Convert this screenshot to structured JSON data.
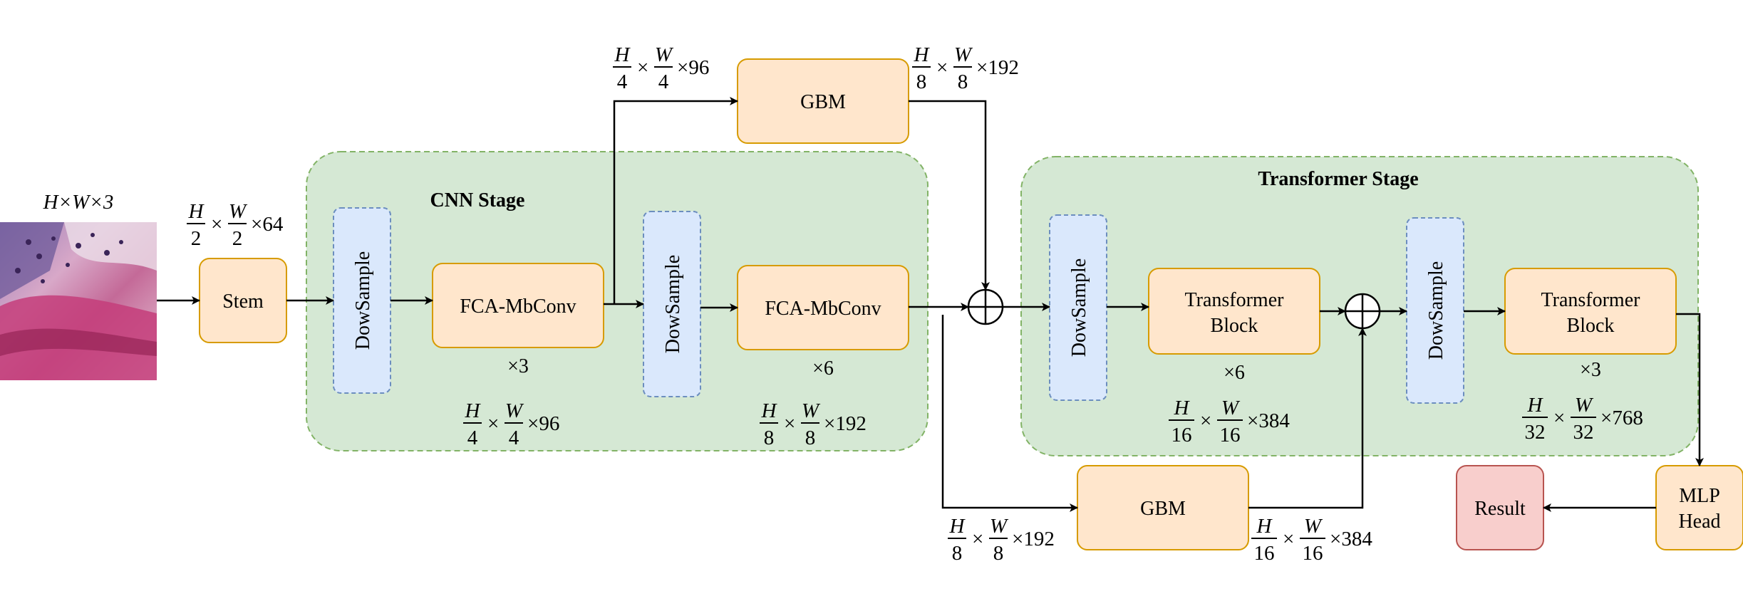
{
  "input_label": "H×W×3",
  "stages": {
    "cnn_title": "CNN Stage",
    "transformer_title": "Transformer Stage"
  },
  "blocks": {
    "stem": "Stem",
    "downsample": "DowSample",
    "fca_mbconv": "FCA-MbConv",
    "gbm": "GBM",
    "transformer_line1": "Transformer",
    "transformer_line2": "Block",
    "mlp_line1": "MLP",
    "mlp_line2": "Head",
    "result": "Result"
  },
  "repeats": {
    "fca1": "×3",
    "fca2": "×6",
    "transformer1": "×6",
    "transformer2": "×3"
  },
  "dims": {
    "stem_out": {
      "h": "H",
      "hd": "2",
      "w": "W",
      "wd": "2",
      "c": "×64"
    },
    "cnn1": {
      "h": "H",
      "hd": "4",
      "w": "W",
      "wd": "4",
      "c": "×96"
    },
    "cnn2": {
      "h": "H",
      "hd": "8",
      "w": "W",
      "wd": "8",
      "c": "×192"
    },
    "gbm1_in": {
      "h": "H",
      "hd": "4",
      "w": "W",
      "wd": "4",
      "c": "×96"
    },
    "gbm1_out": {
      "h": "H",
      "hd": "8",
      "w": "W",
      "wd": "8",
      "c": "×192"
    },
    "trans1": {
      "h": "H",
      "hd": "16",
      "w": "W",
      "wd": "16",
      "c": "×384"
    },
    "trans2": {
      "h": "H",
      "hd": "32",
      "w": "W",
      "wd": "32",
      "c": "×768"
    },
    "gbm2_in": {
      "h": "H",
      "hd": "8",
      "w": "W",
      "wd": "8",
      "c": "×192"
    },
    "gbm2_out": {
      "h": "H",
      "hd": "16",
      "w": "W",
      "wd": "16",
      "c": "×384"
    }
  },
  "colors": {
    "stage_fill": "#d5e8d4",
    "stage_border": "#82b366",
    "block_fill": "#ffe6cc",
    "block_border": "#d79b00",
    "downsample_fill": "#dae8fc",
    "downsample_border": "#6c8ebf",
    "result_fill": "#f8cecc",
    "result_border": "#b85450"
  }
}
